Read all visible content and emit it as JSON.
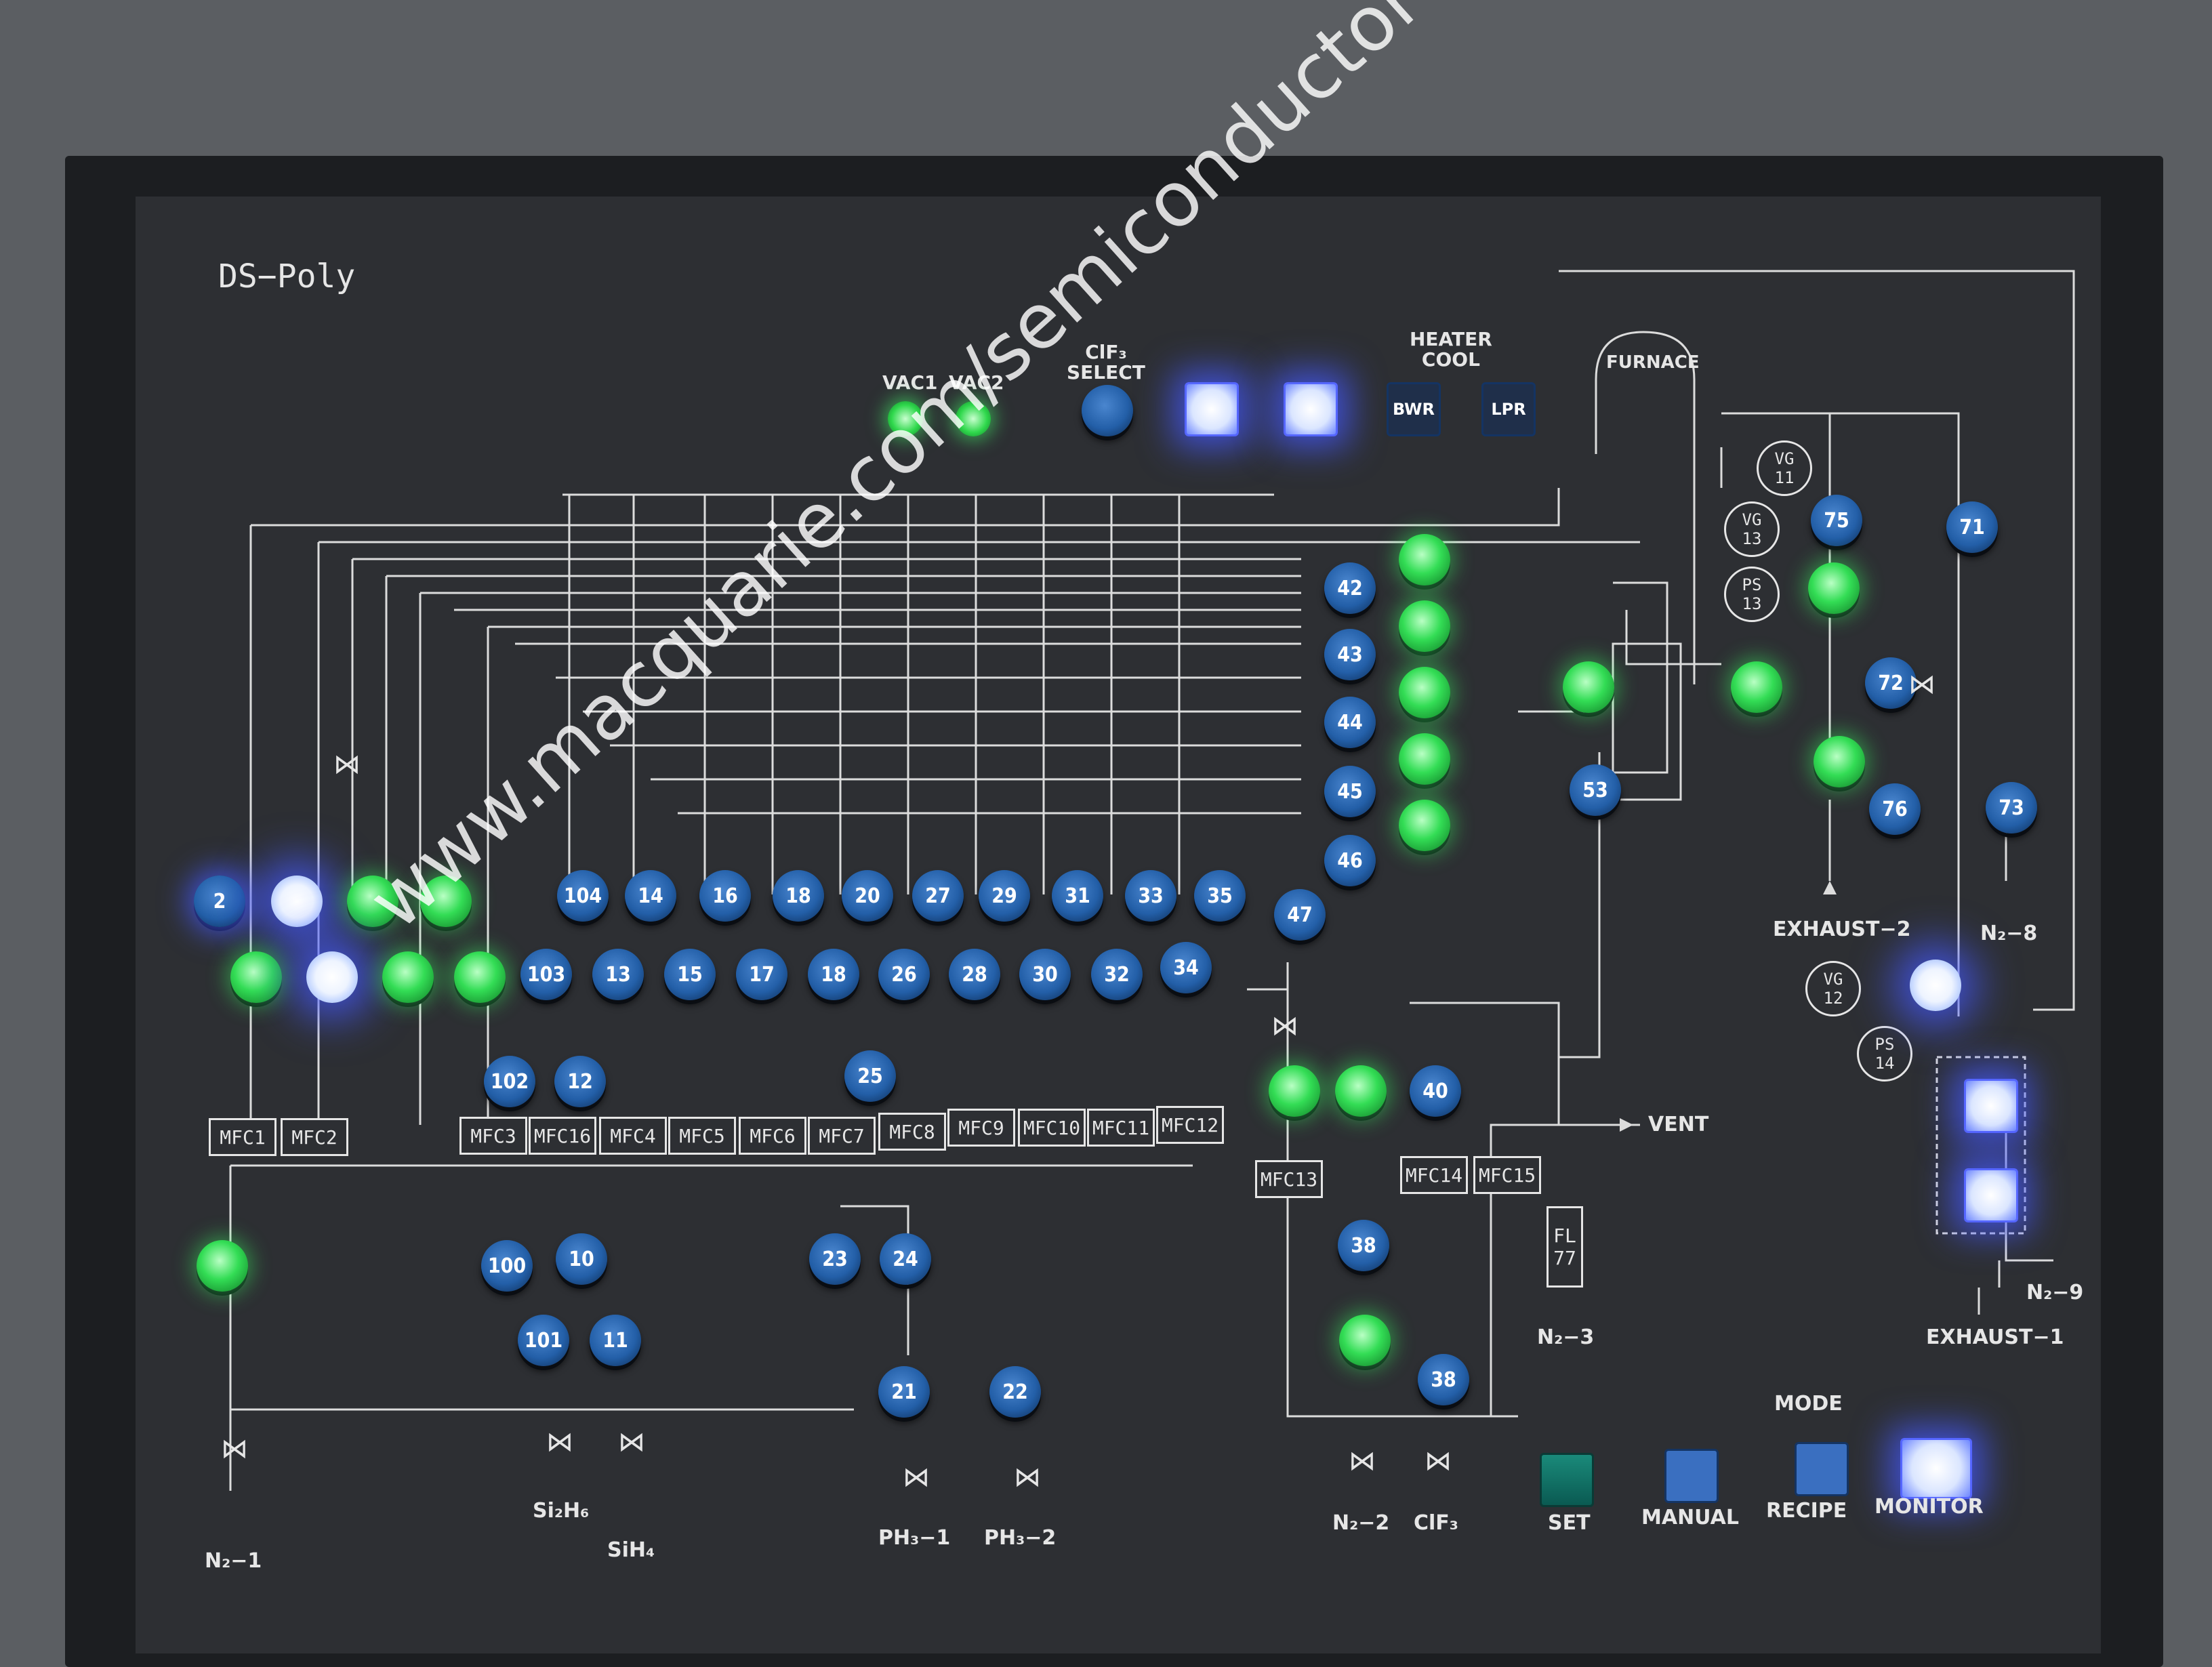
{
  "panel_title": "DS−Poly",
  "indicators": {
    "vac1": "VAC1",
    "vac2": "VAC2"
  },
  "clf3_select": "ClF₃\nSELECT",
  "heater_cool": {
    "title": "HEATER\nCOOL",
    "bwr": "BWR",
    "lpr": "LPR"
  },
  "furnace": "FURNACE",
  "mfc_labels": [
    "MFC1",
    "MFC2",
    "MFC3",
    "MFC16",
    "MFC4",
    "MFC5",
    "MFC6",
    "MFC7",
    "MFC8",
    "MFC9",
    "MFC10",
    "MFC11",
    "MFC12",
    "MFC13",
    "MFC14",
    "MFC15"
  ],
  "gauges": {
    "vg11": [
      "VG",
      "11"
    ],
    "vg13": [
      "VG",
      "13"
    ],
    "ps13": [
      "PS",
      "13"
    ],
    "vg12": [
      "VG",
      "12"
    ],
    "ps14": [
      "PS",
      "14"
    ]
  },
  "fl77": [
    "FL",
    "77"
  ],
  "outlets": {
    "vent": "VENT",
    "exhaust2": "EXHAUST−2",
    "exhaust1": "EXHAUST−1",
    "n2_8": "N₂−8",
    "n2_9": "N₂−9",
    "n2_3": "N₂−3",
    "n2_2": "N₂−2",
    "clf3": "ClF₃",
    "n2_1": "N₂−1",
    "si2h6": "Si₂H₆",
    "sih4": "SiH₄",
    "ph3_1": "PH₃−1",
    "ph3_2": "PH₃−2"
  },
  "mode": {
    "title": "MODE",
    "set": "SET",
    "manual": "MANUAL",
    "recipe": "RECIPE",
    "monitor": "MONITOR"
  },
  "valve_numbers": {
    "v2": "2",
    "v14": "14",
    "v16": "16",
    "v18a": "18",
    "v20": "20",
    "v27": "27",
    "v29": "29",
    "v31": "31",
    "v33": "33",
    "v35": "35",
    "v103": "103",
    "v13": "13",
    "v15": "15",
    "v17": "17",
    "v18b": "18",
    "v26": "26",
    "v28": "28",
    "v30": "30",
    "v32": "32",
    "v34": "34",
    "v104": "104",
    "v102": "102",
    "v12": "12",
    "v25": "25",
    "v47": "47",
    "v42": "42",
    "v43": "43",
    "v44": "44",
    "v45": "45",
    "v46": "46",
    "v53": "53",
    "v75": "75",
    "v71": "71",
    "v72": "72",
    "v73": "73",
    "v76": "76",
    "v40": "40",
    "v38a": "38",
    "v38b": "38",
    "v100": "100",
    "v10": "10",
    "v101": "101",
    "v11": "11",
    "v23": "23",
    "v24": "24",
    "v21": "21",
    "v22": "22"
  },
  "watermark": "www.macquarie.com/semiconductor-and-technology"
}
